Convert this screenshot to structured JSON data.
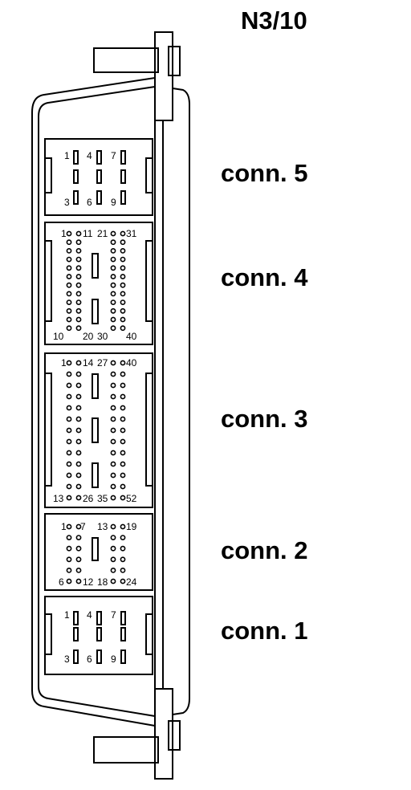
{
  "title": "N3/10",
  "connectors": [
    {
      "id": "conn5",
      "label": "conn. 5",
      "pins": [
        "1",
        "4",
        "7",
        "3",
        "6",
        "9"
      ]
    },
    {
      "id": "conn4",
      "label": "conn. 4",
      "pins": [
        "1",
        "11",
        "21",
        "31",
        "10",
        "20",
        "30",
        "40"
      ]
    },
    {
      "id": "conn3",
      "label": "conn. 3",
      "pins": [
        "1",
        "14",
        "27",
        "40",
        "13",
        "26",
        "35",
        "52"
      ]
    },
    {
      "id": "conn2",
      "label": "conn. 2",
      "pins": [
        "1",
        "7",
        "13",
        "19",
        "6",
        "12",
        "18",
        "24"
      ]
    },
    {
      "id": "conn1",
      "label": "conn. 1",
      "pins": [
        "1",
        "4",
        "7",
        "3",
        "6",
        "9"
      ]
    }
  ]
}
